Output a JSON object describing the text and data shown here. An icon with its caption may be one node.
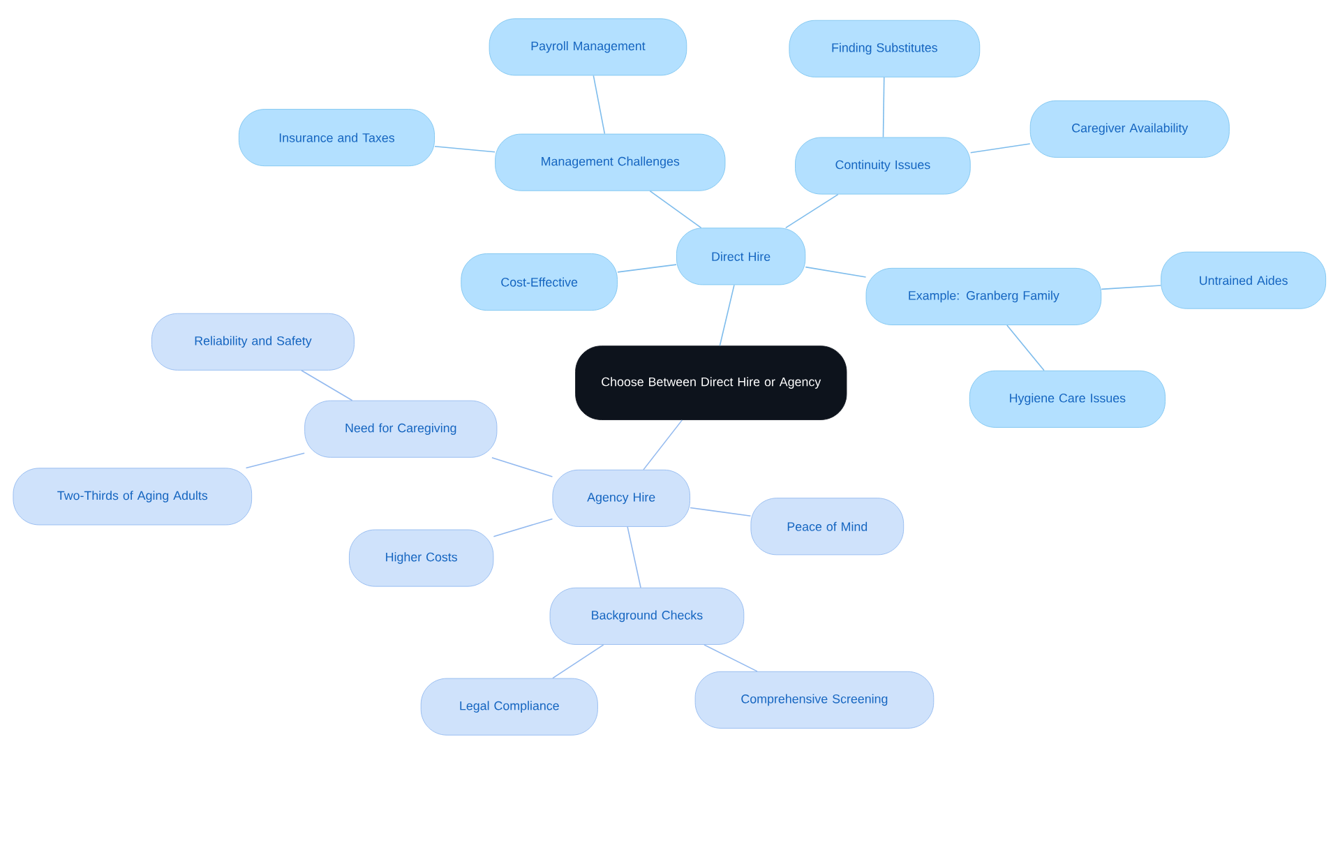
{
  "diagram": {
    "nodes": [
      {
        "text": [
          "Choose Between Direct Hire or Agency"
        ]
      },
      {
        "text": [
          "Direct Hire"
        ]
      },
      {
        "text": [
          "Management Challenges"
        ]
      },
      {
        "text": [
          "Payroll Management"
        ]
      },
      {
        "text": [
          "Insurance and Taxes"
        ]
      },
      {
        "text": [
          "Continuity Issues"
        ]
      },
      {
        "text": [
          "Finding Substitutes"
        ]
      },
      {
        "text": [
          "Caregiver Availability"
        ]
      },
      {
        "text": [
          "Cost-Effective"
        ]
      },
      {
        "text": [
          "Example: Granberg Family"
        ]
      },
      {
        "text": [
          "Untrained Aides"
        ]
      },
      {
        "text": [
          "Hygiene Care Issues"
        ]
      },
      {
        "text": [
          "Agency Hire"
        ]
      },
      {
        "text": [
          "Need for Caregiving"
        ]
      },
      {
        "text": [
          "Reliability and Safety"
        ]
      },
      {
        "text": [
          "Two-Thirds of Aging Adults"
        ]
      },
      {
        "text": [
          "Higher Costs"
        ]
      },
      {
        "text": [
          "Peace of Mind"
        ]
      },
      {
        "text": [
          "Background Checks"
        ]
      },
      {
        "text": [
          "Legal Compliance"
        ]
      },
      {
        "text": [
          "Comprehensive Screening"
        ]
      }
    ],
    "edges": [
      {
        "from": 0,
        "to": 1,
        "arrow": "none"
      },
      {
        "from": 1,
        "to": 2,
        "arrow": "none"
      },
      {
        "from": 2,
        "to": 3,
        "arrow": "none"
      },
      {
        "from": 2,
        "to": 4,
        "arrow": "none"
      },
      {
        "from": 1,
        "to": 5,
        "arrow": "none"
      },
      {
        "from": 5,
        "to": 6,
        "arrow": "none"
      },
      {
        "from": 5,
        "to": 7,
        "arrow": "none"
      },
      {
        "from": 1,
        "to": 8,
        "arrow": "none"
      },
      {
        "from": 1,
        "to": 9,
        "arrow": "none"
      },
      {
        "from": 9,
        "to": 10,
        "arrow": "none"
      },
      {
        "from": 9,
        "to": 11,
        "arrow": "none"
      },
      {
        "from": 0,
        "to": 12,
        "arrow": "none",
        "color": "#92b9ef"
      },
      {
        "from": 12,
        "to": 13,
        "arrow": "none",
        "color": "#92b9ef"
      },
      {
        "from": 13,
        "to": 14,
        "arrow": "none",
        "color": "#92b9ef"
      },
      {
        "from": 13,
        "to": 15,
        "arrow": "none",
        "color": "#92b9ef"
      },
      {
        "from": 12,
        "to": 16,
        "arrow": "none",
        "color": "#92b9ef"
      },
      {
        "from": 12,
        "to": 17,
        "arrow": "none",
        "color": "#92b9ef"
      },
      {
        "from": 12,
        "to": 18,
        "arrow": "none",
        "color": "#92b9ef"
      },
      {
        "from": 18,
        "to": 19,
        "arrow": "none",
        "color": "#92b9ef"
      },
      {
        "from": 18,
        "to": 20,
        "arrow": "none",
        "color": "#92b9ef"
      }
    ]
  }
}
